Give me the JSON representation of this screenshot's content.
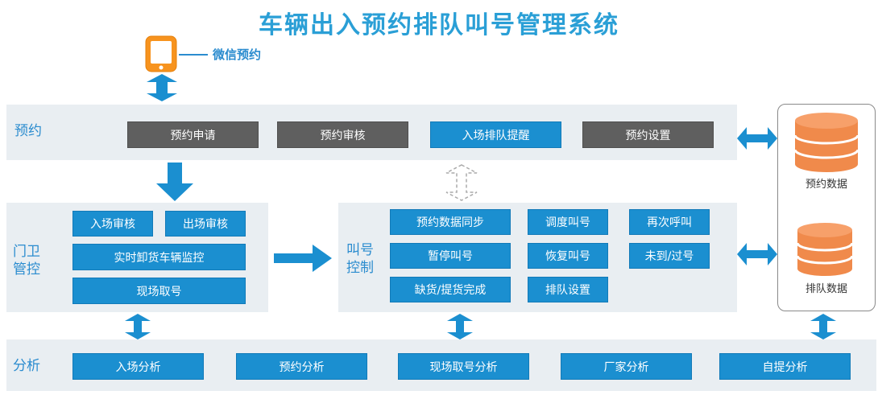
{
  "title": "车辆出入预约排队叫号管理系统",
  "wechat": {
    "label": "微信预约"
  },
  "reservation": {
    "label": "预约",
    "buttons": [
      "预约申请",
      "预约审核",
      "入场排队提醒",
      "预约设置"
    ]
  },
  "guard": {
    "label_line1": "门卫",
    "label_line2": "管控",
    "buttons": [
      "入场审核",
      "出场审核",
      "实时卸货车辆监控",
      "现场取号"
    ]
  },
  "call": {
    "label_line1": "叫号",
    "label_line2": "控制",
    "buttons": [
      "预约数据同步",
      "调度叫号",
      "再次呼叫",
      "暂停叫号",
      "恢复叫号",
      "未到/过号",
      "缺货/提货完成",
      "排队设置"
    ]
  },
  "analysis": {
    "label": "分析",
    "buttons": [
      "入场分析",
      "预约分析",
      "现场取号分析",
      "厂家分析",
      "自提分析"
    ]
  },
  "databases": [
    "预约数据",
    "排队数据"
  ],
  "colors": {
    "accent": "#2b8ccf",
    "button_blue": "#1b8fd0",
    "button_dark": "#5f5f5f",
    "panel": "#e9eef2",
    "db_orange": "#f08a4b"
  }
}
